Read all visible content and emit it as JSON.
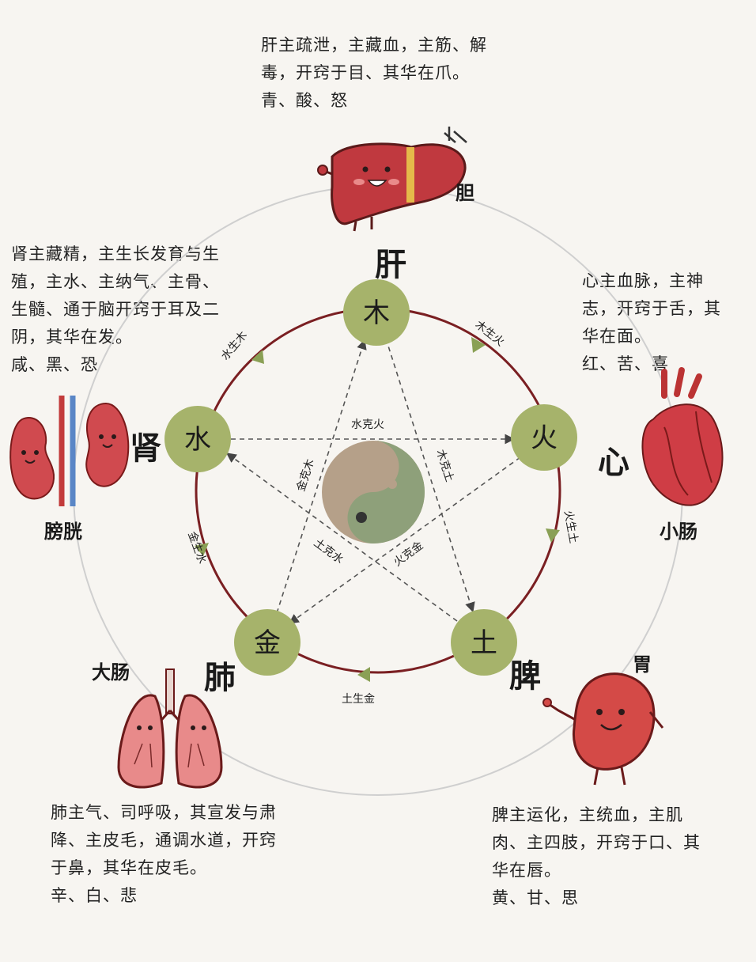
{
  "elements": {
    "wood": "木",
    "fire": "火",
    "earth": "土",
    "metal": "金",
    "water": "水"
  },
  "organs": {
    "liver": "肝",
    "gallbladder": "胆",
    "heart": "心",
    "small_intestine": "小肠",
    "spleen": "脾",
    "stomach": "胃",
    "lung": "肺",
    "large_intestine": "大肠",
    "kidney": "肾",
    "bladder": "膀胱"
  },
  "generating": {
    "wood_fire": "木生火",
    "fire_earth": "火生土",
    "earth_metal": "土生金",
    "metal_water": "金生水",
    "water_wood": "水生木"
  },
  "controlling": {
    "water_fire": "水克火",
    "wood_earth": "木克土",
    "fire_metal": "火克金",
    "earth_water": "土克水",
    "metal_wood": "金克木"
  },
  "descriptions": {
    "liver": "肝主疏泄，主藏血，主筋、解\n毒，开窍于目、其华在爪。\n青、酸、怒",
    "kidney": "肾主藏精，主生长发育与生\n殖，主水、主纳气、主骨、\n生髓、通于脑开窍于耳及二\n阴，其华在发。\n咸、黑、恐",
    "heart": "心主血脉，主神\n志，开窍于舌，其\n华在面。\n红、苦、喜",
    "lung": "肺主气、司呼吸，其宣发与肃\n降、主皮毛，通调水道，开窍\n于鼻，其华在皮毛。\n辛、白、悲",
    "spleen": "脾主运化，主统血，主肌\n肉、主四肢，开窍于口、其\n华在唇。\n黄、甘、思"
  },
  "colors": {
    "node_fill": "#a6b36b",
    "circle_stroke": "#7a1f22",
    "outer_circle": "#cccccc",
    "dashed": "#555555",
    "arrow": "#8aa055",
    "organ_red": "#c9474b"
  }
}
